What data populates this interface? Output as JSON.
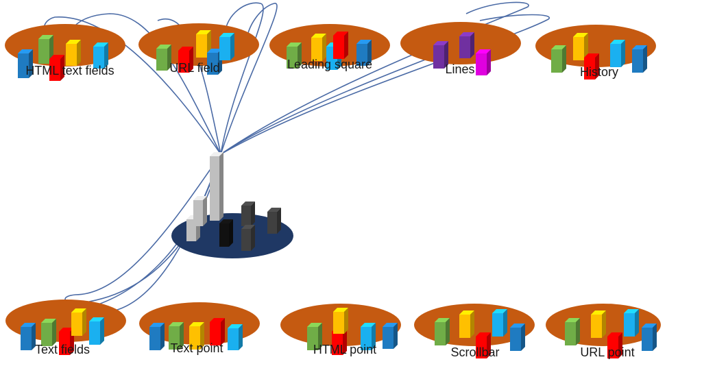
{
  "colors": {
    "platform": "#c55a11",
    "hub_platform": "#1f3864",
    "connector": "#4a6aa5",
    "bar_blue": "#1f7bc1",
    "bar_green": "#70ad47",
    "bar_yellow": "#ffc000",
    "bar_red": "#ff0000",
    "bar_cyan": "#1ab0f0",
    "bar_purple": "#7030a0",
    "bar_magenta": "#e000e0",
    "bar_hub_light": "#bfbfbf",
    "bar_hub_dark": "#404040",
    "bar_hub_black": "#111111"
  },
  "hub": {
    "label": ""
  },
  "nodes": [
    {
      "id": "html-text-fields",
      "label": "HTML text fields",
      "bars": [
        "blue",
        "green",
        "red",
        "yellow",
        "cyan"
      ],
      "connected": true
    },
    {
      "id": "url-field",
      "label": "URL field",
      "bars": [
        "green",
        "red",
        "yellow",
        "blue",
        "cyan"
      ],
      "connected": true
    },
    {
      "id": "leading-square",
      "label": "Leading square",
      "bars": [
        "green",
        "yellow",
        "cyan",
        "red",
        "blue"
      ],
      "connected": false
    },
    {
      "id": "lines",
      "label": "Lines",
      "bars": [
        "purple",
        "purple",
        "magenta"
      ],
      "connected": true
    },
    {
      "id": "history",
      "label": "History",
      "bars": [
        "green",
        "yellow",
        "red",
        "cyan",
        "blue"
      ],
      "connected": true
    },
    {
      "id": "text-fields",
      "label": "Text fields",
      "bars": [
        "blue",
        "green",
        "red",
        "yellow",
        "cyan"
      ],
      "connected": true
    },
    {
      "id": "text-point",
      "label": "Text point",
      "bars": [
        "blue",
        "green",
        "yellow",
        "red",
        "cyan"
      ],
      "connected": false
    },
    {
      "id": "html-point",
      "label": "HTML point",
      "bars": [
        "green",
        "red",
        "yellow",
        "cyan",
        "blue"
      ],
      "connected": false
    },
    {
      "id": "scrollbar",
      "label": "Scrollbar",
      "bars": [
        "green",
        "yellow",
        "red",
        "cyan",
        "blue"
      ],
      "connected": false
    },
    {
      "id": "url-point",
      "label": "URL point",
      "bars": [
        "green",
        "yellow",
        "red",
        "cyan",
        "blue"
      ],
      "connected": false
    }
  ]
}
